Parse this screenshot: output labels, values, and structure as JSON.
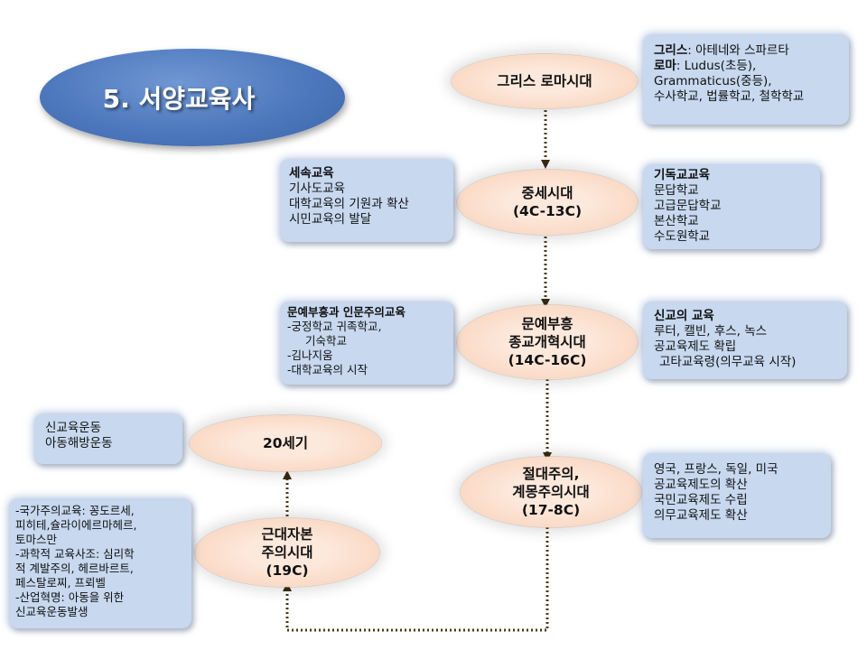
{
  "title": "5. 서양교육사",
  "eras": {
    "greek_roman": "그리스 로마시대",
    "medieval": [
      "중세시대",
      "(4C-13C)"
    ],
    "renaissance": [
      "문예부흥",
      "종교개혁시대",
      "(14C-16C)"
    ],
    "absolutism": [
      "절대주의,",
      "계몽주의시대",
      "(17-8C)"
    ],
    "modern_capitalism": [
      "근대자본",
      "주의시대",
      "(19C)"
    ],
    "twentieth": "20세기"
  },
  "boxes": {
    "greek_roman": {
      "line1_label": "그리스",
      "line1_text": ":  아테네와 스파르타",
      "line2_label": "로마",
      "line2_text": ": Ludus(초등),",
      "line3": "Grammaticus(중등),",
      "line4": "수사학교, 법률학교, 철학학교"
    },
    "secular": {
      "heading": "세속교육",
      "lines": [
        "기사도교육",
        "대학교육의 기원과 확산",
        "시민교육의 발달"
      ]
    },
    "christian": {
      "heading": "기독교교육",
      "lines": [
        "문답학교",
        "고급문답학교",
        "본산학교",
        "수도원학교"
      ]
    },
    "humanism": {
      "heading": "문예부흥과 인문주의교육",
      "lines": [
        "-궁정학교 귀족학교,",
        "기숙학교",
        "-김나지움",
        "-대학교육의 시작"
      ]
    },
    "protestant": {
      "heading": "신교의 교육",
      "lines": [
        "루터, 캘빈, 후스, 녹스",
        "공교육제도 확립",
        "고타교육령(의무교육 시작)"
      ]
    },
    "absolutism": {
      "lines": [
        "영국, 프랑스, 독일, 미국",
        "공교육제도의 확산",
        "국민교육제도 수립",
        "의무교육제도 확산"
      ]
    },
    "twentieth": {
      "lines": [
        "신교육운동",
        "아동해방운동"
      ]
    },
    "modern": {
      "lines": [
        "-국가주의교육: 꽁도르세,",
        "피히테,슐라이에르마헤르,",
        "토마스만",
        "-과학적 교육사조: 심리학",
        "적 계발주의, 헤르바르트,",
        "페스탈로찌, 프뢰벨",
        "-산업혁명: 아동을 위한",
        "신교육운동발생"
      ]
    }
  }
}
